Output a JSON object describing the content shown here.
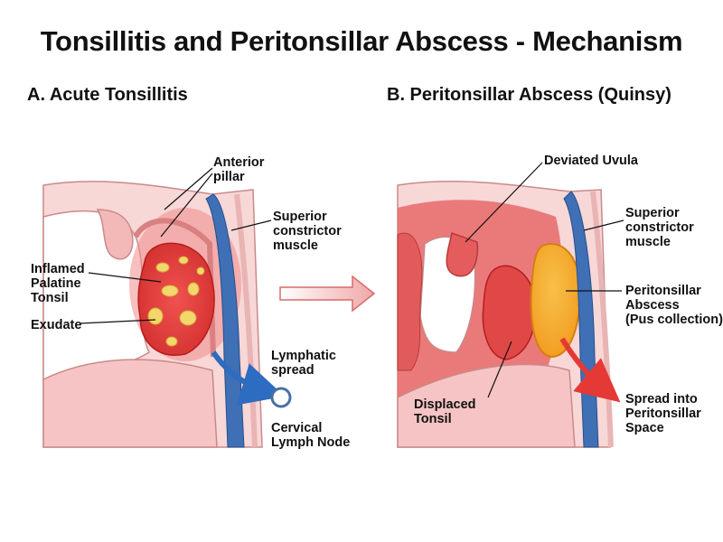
{
  "title": "Tonsillitis and Peritonsillar Abscess - Mechanism",
  "panel_a": {
    "title": "A. Acute Tonsillitis",
    "labels": {
      "anterior_pillar": "Anterior\npillar",
      "superior_constrictor": "Superior\nconstrictor\nmuscle",
      "inflamed_tonsil": "Inflamed\nPalatine\nTonsil",
      "exudate": "Exudate",
      "lymphatic_spread": "Lymphatic\nspread",
      "cervical_node": "Cervical\nLymph Node"
    }
  },
  "panel_b": {
    "title": "B. Peritonsillar Abscess (Quinsy)",
    "labels": {
      "deviated_uvula": "Deviated Uvula",
      "superior_constrictor": "Superior\nconstrictor\nmuscle",
      "abscess": "Peritonsillar\nAbscess\n(Pus collection)",
      "displaced_tonsil": "Displaced\nTonsil",
      "spread": "Spread into\nPeritonsillar\nSpace"
    }
  },
  "colors": {
    "tissue_light": "#f6cfcf",
    "inflamed_red": "#e53935",
    "muscle_blue": "#3f6fb5",
    "exudate_yellow": "#f4d76a",
    "pus_orange": "#f5b33a"
  }
}
